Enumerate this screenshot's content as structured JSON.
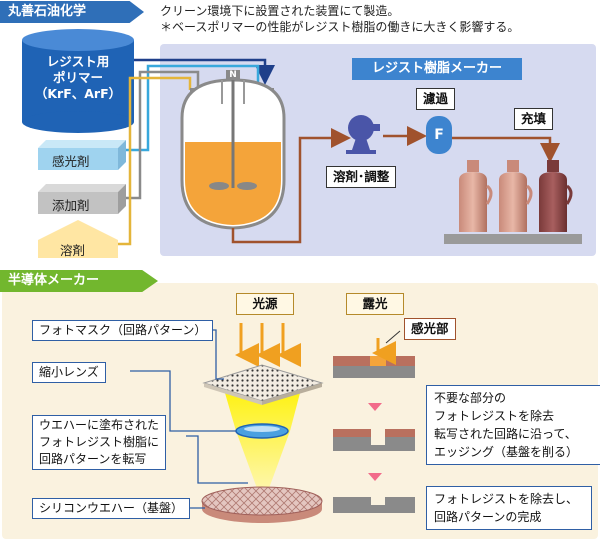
{
  "company_tag": "丸善石油化学",
  "notes": {
    "line1": "クリーン環境下に設置された装置にて製造。",
    "line2": "＊ベースポリマーの性能がレジスト樹脂の働きに大きく影響する。"
  },
  "polymer": {
    "line1": "レジスト用",
    "line2": "ポリマー",
    "line3": "（KrF、ArF）"
  },
  "inputs": {
    "photosensitizer": "感光剤",
    "additive": "添加剤",
    "solvent": "溶剤"
  },
  "reactor": {
    "nitrogen_label": "N"
  },
  "resin_maker": {
    "title": "レジスト樹脂メーカー",
    "dissolve": "溶剤･調整",
    "filter": "濾過",
    "filter_icon": "F",
    "fill": "充填"
  },
  "semiconductor_tag": "半導体メーカー",
  "semi": {
    "light_source": "光源",
    "exposure": "露光",
    "exposed_area": "感光部",
    "photomask": "フォトマスク（回路パターン）",
    "lens": "縮小レンズ",
    "transfer_l1": "ウエハーに塗布された",
    "transfer_l2": "フォトレジスト樹脂に",
    "transfer_l3": "回路パターンを転写",
    "wafer": "シリコンウエハー（基盤）",
    "step1_l1": "不要な部分の",
    "step1_l2": "フォトレジストを除去",
    "step1_l3": "転写された回路に沿って、",
    "step1_l4": "エッジング（基盤を削る）",
    "step2_l1": "フォトレジストを除去し、",
    "step2_l2": "回路パターンの完成"
  },
  "colors": {
    "tag_blue": "#2f6fb8",
    "tag_green": "#72b72e",
    "polymer_blue": "#1f63b5",
    "resin_orange": "#f4a43a",
    "arrow_brown": "#a0522d",
    "panel_blue": "#d6daf0",
    "panel_cream": "#faf2df"
  }
}
